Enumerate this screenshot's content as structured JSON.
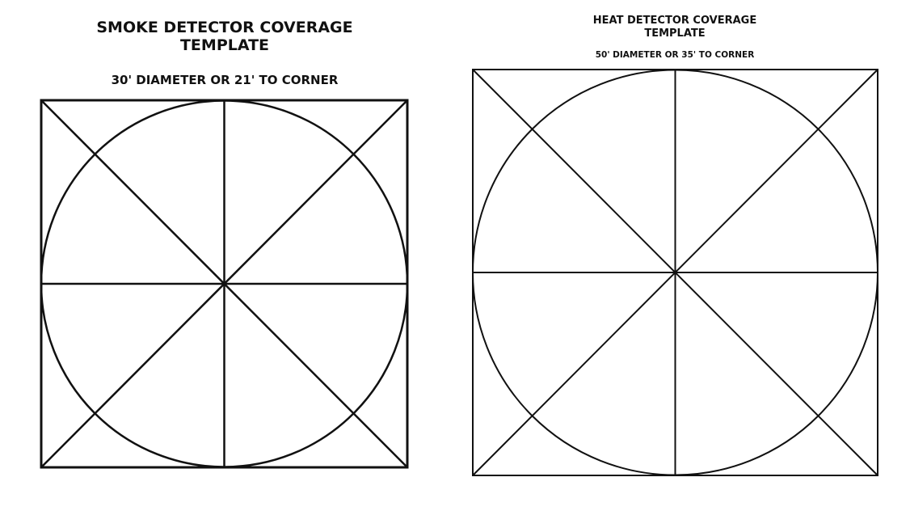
{
  "smoke_template": {
    "title_line1": "SMOKE DETECTOR COVERAGE",
    "title_line2": "TEMPLATE",
    "subtitle": "30' DIAMETER OR 21' TO CORNER"
  },
  "heat_template": {
    "title_line1": "HEAT DETECTOR COVERAGE",
    "title_line2": "TEMPLATE",
    "subtitle": "50' DIAMETER OR 35' TO CORNER"
  }
}
